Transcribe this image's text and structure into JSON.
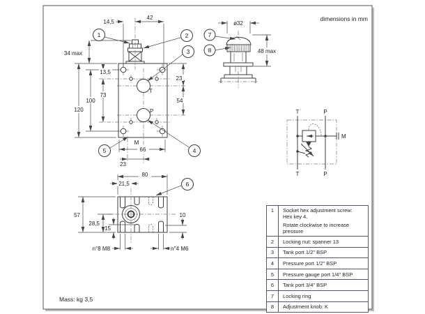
{
  "notes": {
    "units": "dimensions in mm",
    "mass": "Mass: kg 3,5"
  },
  "callouts": {
    "c1": "1",
    "c2": "2",
    "c3": "3",
    "c4": "4",
    "c5": "5",
    "c6": "6",
    "c7": "7",
    "c8": "8"
  },
  "front_view": {
    "dim_w1": "14,5",
    "dim_w2": "42",
    "dim_screw": "34 max",
    "dim_h1": "13,5",
    "dim_h2": "73",
    "dim_h3": "100",
    "dim_h4": "120",
    "dim_r1": "23",
    "dim_r2": "54",
    "dim_b1": "66",
    "dim_b2": "23",
    "port_t": "T",
    "port_p": "P",
    "port_m": "M"
  },
  "side_view": {
    "dim_dia": "ø32",
    "dim_h": "48 max"
  },
  "bottom_view": {
    "dim_w": "80",
    "dim_w2": "21,5",
    "dim_h": "57",
    "dim_h2": "28,5",
    "dim_h3": "15",
    "dim_r": "10",
    "thread_l": "n°8 M8",
    "thread_r": "n°4 M6"
  },
  "schematic": {
    "t_top": "T",
    "p_top": "P",
    "t_bot": "T",
    "p_bot": "P",
    "m": "M"
  },
  "parts_table": {
    "rows": [
      {
        "num": "1",
        "lines": [
          "Socket hex adjustment screw:",
          "Hex key 4.",
          "Rotate clockwise to increase",
          "pressure"
        ]
      },
      {
        "num": "2",
        "lines": [
          "Locking nut: spanner 13"
        ]
      },
      {
        "num": "3",
        "lines": [
          "Tank port 1/2\" BSP"
        ]
      },
      {
        "num": "4",
        "lines": [
          "Pressure port 1/2\" BSP"
        ]
      },
      {
        "num": "5",
        "lines": [
          "Pressure gauge port 1/4\" BSP"
        ]
      },
      {
        "num": "6",
        "lines": [
          "Tank port 3/4\" BSP"
        ]
      },
      {
        "num": "7",
        "lines": [
          "Locking ring"
        ]
      },
      {
        "num": "8",
        "lines": [
          "Adjustment knob: K"
        ]
      }
    ]
  },
  "colors": {
    "line": "#3d3d3d",
    "dim": "#4a4a4a",
    "background": "#ffffff"
  }
}
